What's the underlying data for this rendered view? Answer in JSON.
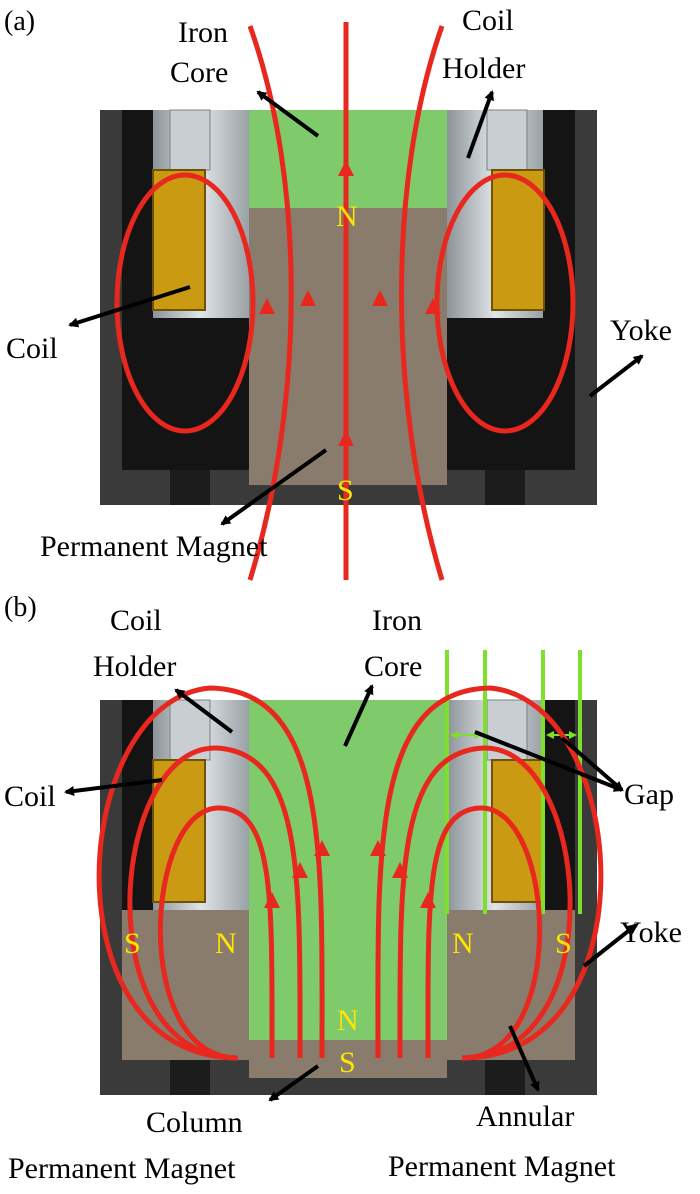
{
  "colors": {
    "yoke": "#3a3a3a",
    "yoke_inner": "#141414",
    "coil": "#c99a12",
    "coil_holder": "#b9c0c4",
    "iron_core": "#7fca6b",
    "magnet": "#8a7c6c",
    "field_line": "#e8281e",
    "gap_line": "#7ee02a",
    "pole_label": "#ffe600"
  },
  "panel_a": {
    "tag": "(a)",
    "labels": {
      "iron_core": [
        "Iron",
        "Core"
      ],
      "coil_holder": [
        "Coil",
        "Holder"
      ],
      "coil": "Coil",
      "yoke": "Yoke",
      "permanent_magnet": "Permanent Magnet"
    },
    "poles": {
      "north": "N",
      "south": "S"
    }
  },
  "panel_b": {
    "tag": "(b)",
    "labels": {
      "coil_holder": [
        "Coil",
        "Holder"
      ],
      "iron_core": [
        "Iron",
        "Core"
      ],
      "coil": "Coil",
      "gap": "Gap",
      "yoke": "Yoke",
      "column_magnet": [
        "Column",
        "Permanent Magnet"
      ],
      "annular_magnet": [
        "Annular",
        "Permanent Magnet"
      ]
    },
    "poles": {
      "left_outer": "S",
      "left_inner": "N",
      "right_inner": "N",
      "right_outer": "S",
      "core_bottom": "N",
      "column_bottom": "S"
    }
  }
}
